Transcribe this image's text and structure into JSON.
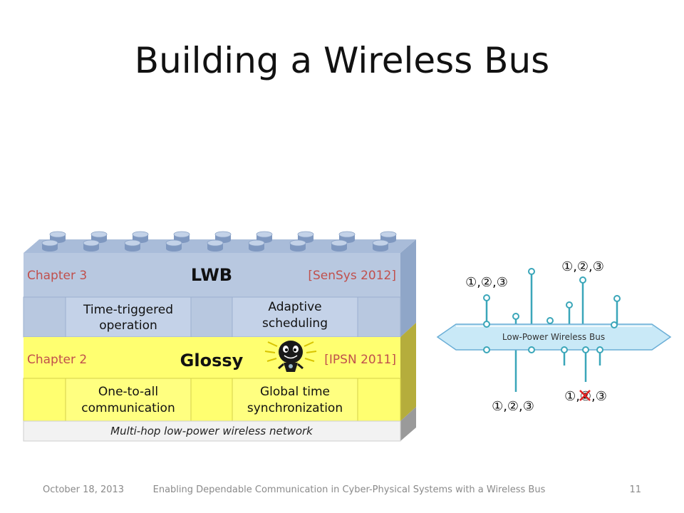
{
  "slide": {
    "title": "Building a Wireless Bus"
  },
  "stack": {
    "lwb": {
      "chapter": "Chapter 3",
      "name": "LWB",
      "ref": "[SenSys 2012]",
      "left_block": [
        "Time-triggered",
        "operation"
      ],
      "right_block": [
        "Adaptive",
        "scheduling"
      ]
    },
    "glossy": {
      "chapter": "Chapter 2",
      "name": "Glossy",
      "ref": "[IPSN 2011]",
      "left_block": [
        "One-to-all",
        "communication"
      ],
      "right_block": [
        "Global time",
        "synchronization"
      ]
    },
    "base": "Multi-hop low-power wireless network"
  },
  "bus": {
    "label": "Low-Power Wireless Bus",
    "groups": {
      "top_left": "①,②,③",
      "top_right": "①,②,③",
      "bottom_left": "①,②,③",
      "bottom_right": "①,②,③"
    },
    "colors": {
      "node": "#3aa6b9",
      "bus_fill": "#c9e9f7",
      "bus_stroke": "#6aaed6",
      "cross": "#e02020"
    }
  },
  "footer": {
    "date": "October 18, 2013",
    "text": "Enabling Dependable Communication in Cyber-Physical Systems with a Wireless Bus",
    "page": "11"
  },
  "colors": {
    "lwb_fill": "#b8c8e0",
    "lwb_side": "#8fa6c8",
    "glossy_fill": "#ffff70",
    "glossy_side": "#b5ad3c",
    "chapter_text": "#c0504d",
    "base_fill": "#f2f2f2"
  }
}
